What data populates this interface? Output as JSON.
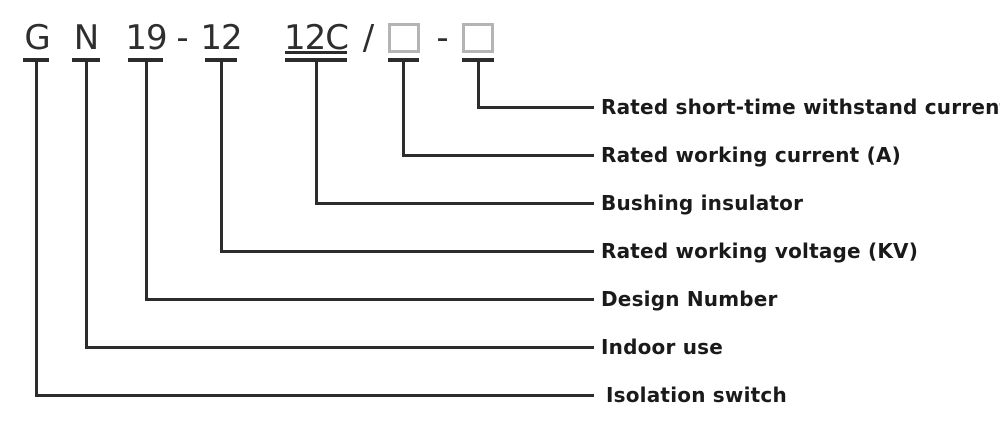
{
  "model_code": {
    "series_letter": "G",
    "indoor_letter": "N",
    "design_number": "19",
    "separator_1": "-",
    "rated_voltage": "12",
    "bushing_code": "12C",
    "slash": "/",
    "separator_2": "-"
  },
  "placeholders": [
    {
      "name": "rated-working-current-box"
    },
    {
      "name": "rated-short-time-withstand-current-box"
    }
  ],
  "callouts": [
    {
      "text": "Rated short-time withstand current (KA)",
      "connects_to": "placeholder-box-2"
    },
    {
      "text": "Rated working current (A)",
      "connects_to": "placeholder-box-1"
    },
    {
      "text": "Bushing insulator",
      "connects_to": "12C"
    },
    {
      "text": "Rated working voltage (KV)",
      "connects_to": "12"
    },
    {
      "text": "Design Number",
      "connects_to": "19"
    },
    {
      "text": "Indoor use",
      "connects_to": "N"
    },
    {
      "text": "Isolation switch",
      "connects_to": "G"
    }
  ],
  "colors": {
    "line": "#2c2c2c",
    "code_text": "#2e2e2e",
    "label_text": "#1a1a1a",
    "placeholder_box_border": "#b4b4b4",
    "background": "#ffffff"
  }
}
